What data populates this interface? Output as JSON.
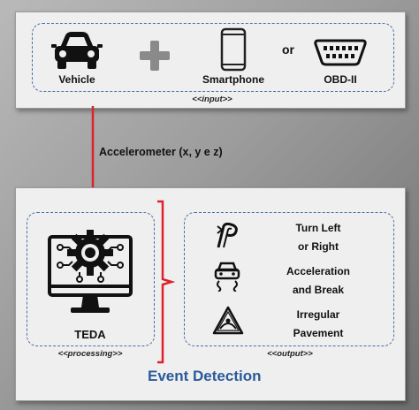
{
  "input_panel": {
    "vehicle_label": "Vehicle",
    "smartphone_label": "Smartphone",
    "or_label": "or",
    "obd_label": "OBD-II",
    "tag": "<<input>>"
  },
  "connector": {
    "label": "Accelerometer (x, y e z)",
    "arrow_color": "#e0202a"
  },
  "processing_panel": {
    "teda_label": "TEDA",
    "processing_tag": "<<processing>>",
    "output_tag": "<<output>>",
    "brace_color": "#e0202a",
    "events": [
      {
        "line1": "Turn Left",
        "line2": "or Right",
        "icon": "turn-road-icon"
      },
      {
        "line1": "Acceleration",
        "line2": "and Break",
        "icon": "car-slip-icon"
      },
      {
        "line1": "Irregular",
        "line2": "Pavement",
        "icon": "bump-warning-icon"
      }
    ],
    "title": "Event Detection"
  }
}
